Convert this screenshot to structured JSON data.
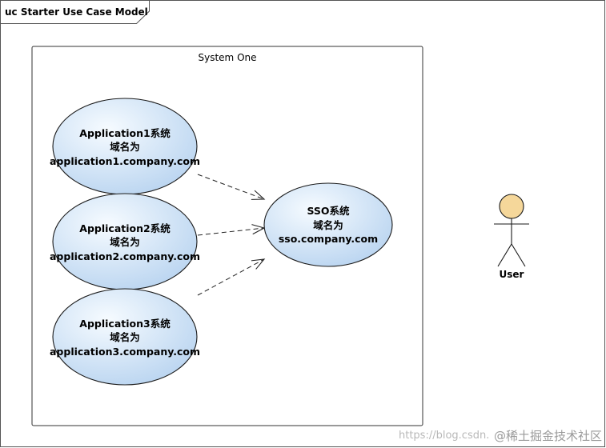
{
  "frame": {
    "title": "uc Starter Use Case Model"
  },
  "boundary": {
    "title": "System One"
  },
  "use_cases": [
    {
      "id": "app1",
      "lines": [
        "Application1系统",
        "域名为",
        "application1.company.com"
      ]
    },
    {
      "id": "app2",
      "lines": [
        "Application2系统",
        "域名为",
        "application2.company.com"
      ]
    },
    {
      "id": "app3",
      "lines": [
        "Application3系统",
        "域名为",
        "application3.company.com"
      ]
    },
    {
      "id": "sso",
      "lines": [
        "SSO系统",
        "域名为",
        "sso.company.com"
      ]
    }
  ],
  "actor": {
    "name": "User"
  },
  "relationships": [
    {
      "from": "app1",
      "to": "sso",
      "style": "dashed-open-arrow"
    },
    {
      "from": "app2",
      "to": "sso",
      "style": "dashed-open-arrow"
    },
    {
      "from": "app3",
      "to": "sso",
      "style": "dashed-open-arrow"
    }
  ],
  "colors": {
    "usecase_fill_light": "#f6fbff",
    "usecase_fill_dark": "#b9d4f0",
    "usecase_stroke": "#1a1a1a",
    "actor_head": "#f5d79a"
  },
  "watermark": {
    "left": "https://blog.csdn.",
    "right": "@稀土掘金技术社区"
  }
}
